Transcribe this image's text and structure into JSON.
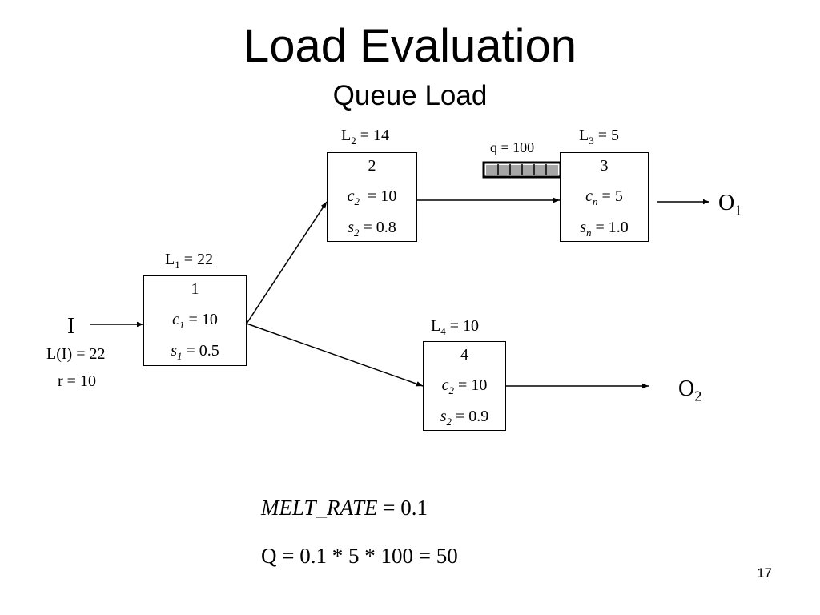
{
  "slide": {
    "title": "Load Evaluation",
    "subtitle": "Queue Load",
    "page_number": "17"
  },
  "input": {
    "name": "I",
    "load": "L(I) = 22",
    "rate": "r = 10"
  },
  "nodes": [
    {
      "id": "1",
      "load_label": "L",
      "load_sub": "1",
      "load_value": " = 22",
      "c_var": "c",
      "c_sub": "1",
      "c_value": " = 10",
      "s_var": "s",
      "s_sub": "1",
      "s_value": " = 0.5"
    },
    {
      "id": "2",
      "load_label": "L",
      "load_sub": "2",
      "load_value": " = 14",
      "c_var": "c",
      "c_sub": "2",
      "c_value": "  = 10",
      "s_var": "s",
      "s_sub": "2",
      "s_value": " = 0.8"
    },
    {
      "id": "3",
      "load_label": "L",
      "load_sub": "3",
      "load_value": " = 5",
      "c_var": "c",
      "c_sub": "n",
      "c_value": " = 5",
      "s_var": "s",
      "s_sub": "n",
      "s_value": " = 1.0"
    },
    {
      "id": "4",
      "load_label": "L",
      "load_sub": "4",
      "load_value": " = 10",
      "c_var": "c",
      "c_sub": "2",
      "c_value": " = 10",
      "s_var": "s",
      "s_sub": "2",
      "s_value": " = 0.9"
    }
  ],
  "queue": {
    "label": "q = 100"
  },
  "outputs": [
    {
      "name": "O",
      "sub": "1"
    },
    {
      "name": "O",
      "sub": "2"
    }
  ],
  "formulas": {
    "melt_var": "MELT_RATE",
    "melt_value": " = 0.1",
    "q_expr": "Q = 0.1 * 5 * 100 = 50"
  }
}
